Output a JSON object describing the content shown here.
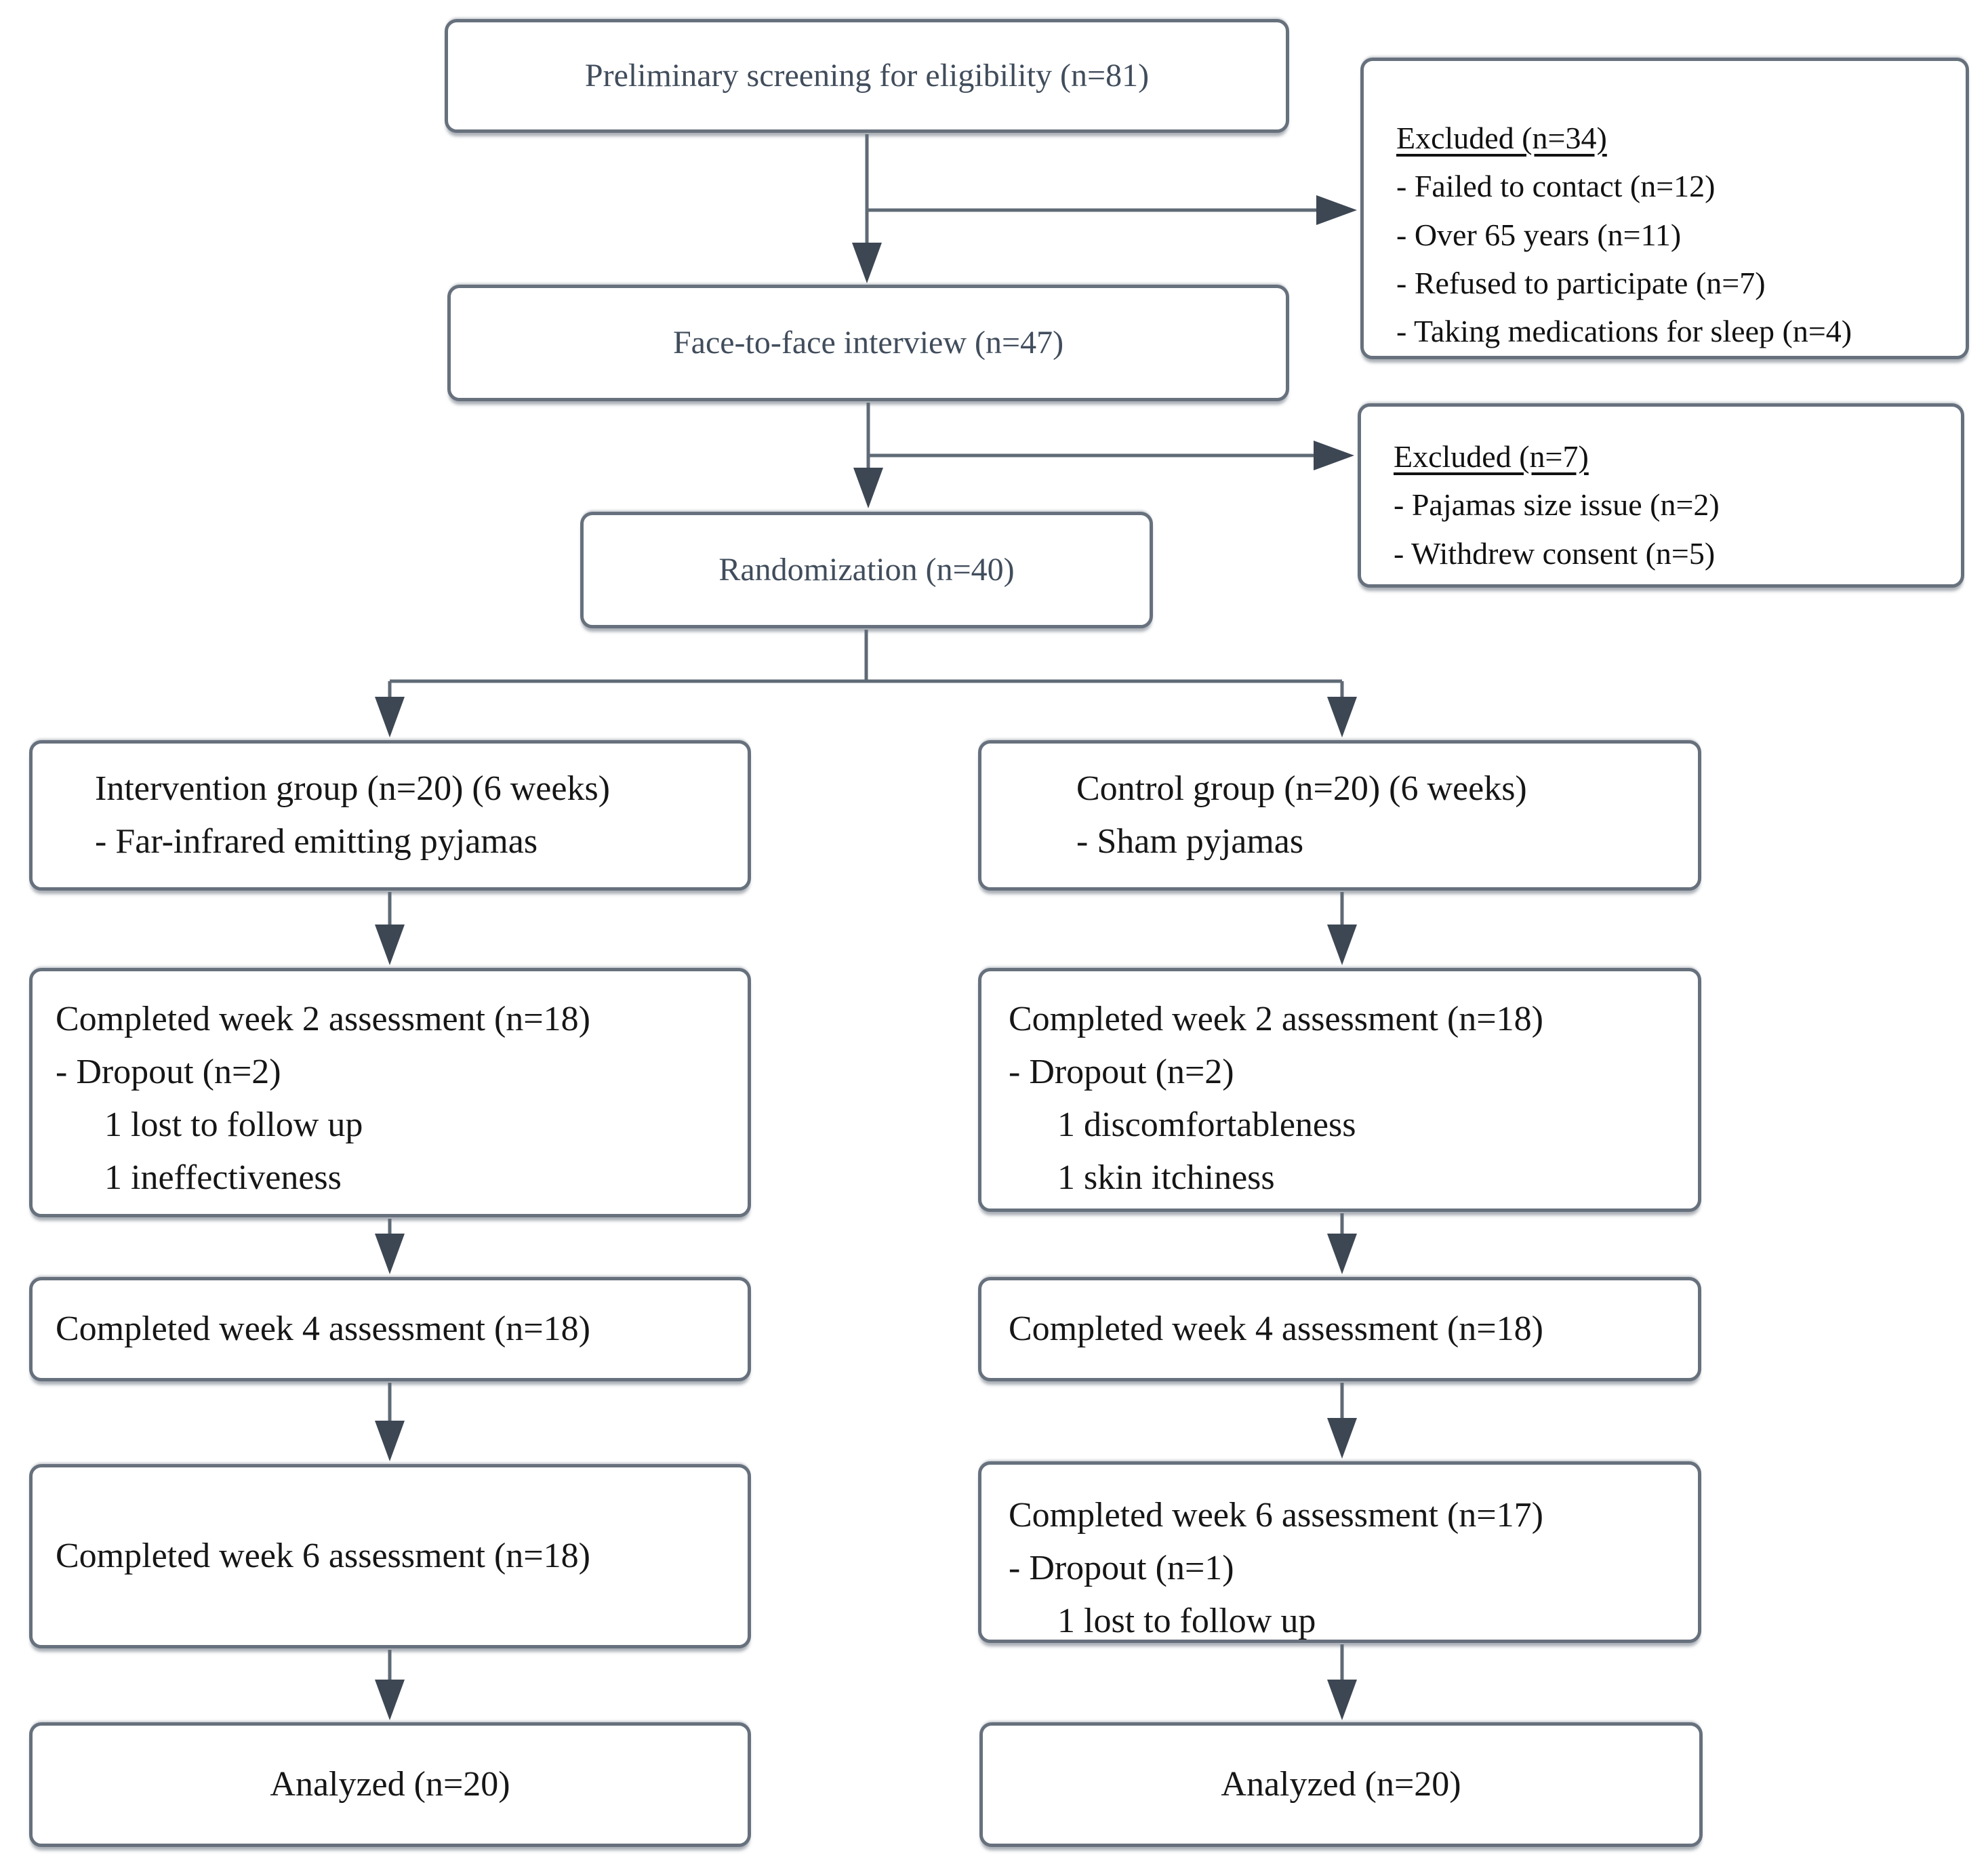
{
  "flowchart": {
    "screening": "Preliminary screening for eligibility (n=81)",
    "excluded_screening": {
      "title": "Excluded (n=34)",
      "items": [
        "- Failed to contact (n=12)",
        "- Over 65 years (n=11)",
        "- Refused to participate (n=7)",
        "- Taking medications for sleep (n=4)"
      ]
    },
    "interview": "Face-to-face interview (n=47)",
    "excluded_interview": {
      "title": "Excluded (n=7)",
      "items": [
        "- Pajamas size issue (n=2)",
        "- Withdrew consent (n=5)"
      ]
    },
    "randomization": "Randomization (n=40)",
    "intervention_group": {
      "title": "Intervention group (n=20) (6 weeks)",
      "items": [
        "- Far-infrared emitting pyjamas"
      ]
    },
    "control_group": {
      "title": "Control group (n=20) (6 weeks)",
      "items": [
        "- Sham pyjamas"
      ]
    },
    "intervention_week2": {
      "title": "Completed week 2 assessment (n=18)",
      "items": [
        "- Dropout (n=2)"
      ],
      "subitems": [
        "1 lost to follow up",
        "1 ineffectiveness"
      ]
    },
    "control_week2": {
      "title": "Completed week 2 assessment (n=18)",
      "items": [
        "- Dropout (n=2)"
      ],
      "subitems": [
        "1 discomfortableness",
        "1 skin itchiness"
      ]
    },
    "intervention_week4": "Completed week 4 assessment (n=18)",
    "control_week4": "Completed week 4 assessment (n=18)",
    "intervention_week6": "Completed week 6 assessment (n=18)",
    "control_week6": {
      "title": "Completed week 6 assessment (n=17)",
      "items": [
        "- Dropout (n=1)"
      ],
      "subitems": [
        "1 lost to follow up"
      ]
    },
    "intervention_analyzed": "Analyzed (n=20)",
    "control_analyzed": "Analyzed (n=20)"
  },
  "colors": {
    "connector_line": "#5f6a76",
    "arrowhead": "#3d4754",
    "box_border": "#67717d",
    "main_text": "#414d5c",
    "body_text": "#161616"
  }
}
